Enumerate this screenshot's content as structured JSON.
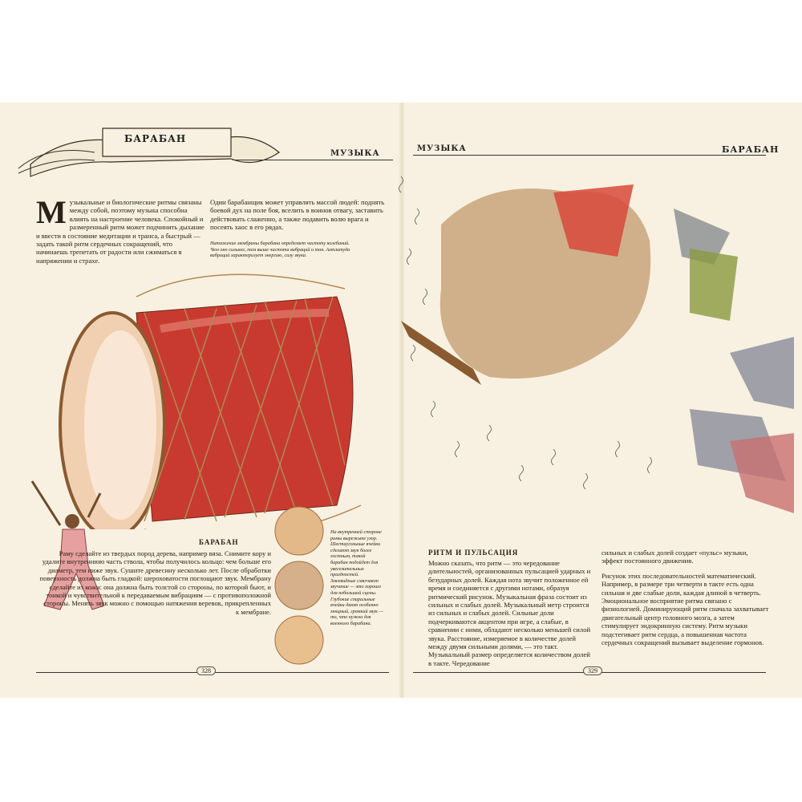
{
  "left_page": {
    "banner_title": "БАРАБАН",
    "running_head": "МУЗЫКА",
    "intro_drop_cap": "М",
    "intro": "узыкальные и биологические ритмы связаны между собой, поэтому музыка способна влиять на настроение человека. Спокойный и размеренный ритм может подчинить дыхание и ввести в состояние медитации и транса, а быстрый — задать такой ритм сердечных сокращений, что начинаешь трепетать от радости или сжиматься в напряжении и страхе.",
    "column2": "Один барабанщик может управлять массой людей: поднять боевой дух на поле боя, вселить в воинов отвагу, заставить действовать слаженно, а также подавить волю врага и посеять хаос в его рядах.",
    "caption_membrane": "Натяжение мембраны барабана определяет частоту колебаний. Чем оно сильнее, тем выше частота вибраций и тон. Амплитуда вибраций характеризует энергию, силу звука.",
    "drum_heading": "БАРАБАН",
    "drum_text": "Раму сделайте из твердых пород дерева, например вяза. Снимите кору и удалите внутреннюю часть ствола, чтобы получилось кольцо: чем больше его диаметр, тем ниже звук. Сушите древесину несколько лет. После обработки поверхность должна быть гладкой: шероховатости поглощают звук. Мембрану сделайте из кожи: она должна быть толстой со стороны, по которой бьют, и тонкой и чувствительной к передаваемым вибрациям — с противоположной стороны. Менять звук можно с помощью натяжения веревок, прикрепленных к мембране.",
    "caption_pattern": "На внутренней стороне рамы вырежьте узор. Шестиугольные ячейки сделают звук более гостным, такой барабан подойдет для увеселительных праздностей. Змеевидные смягчают звучание — это хорошо для небольшой сцены. Глубокие спиральные ячейки дают особенно мощный, громкий звук — то, что нужно для военного барабана.",
    "page_number": "328"
  },
  "right_page": {
    "running_head_left": "МУЗЫКА",
    "running_head_right": "БАРАБАН",
    "section_heading": "РИТМ И ПУЛЬСАЦИЯ",
    "col1": "Можно сказать, что ритм — это чередование длительностей, организованных пульсацией ударных и безударных долей. Каждая нота звучит положенное ей время и соединяется с другими нотами, образуя ритмический рисунок. Музыкальная фраза состоит из сильных и слабых долей. Музыкальный метр строится из сильных и слабых долей. Сильные доли подчеркиваются акцентом при игре, а слабые, в сравнении с ними, обладают несколько меньшей силой звука. Расстояние, измеряемое в количестве долей между двумя сильными долями, — это такт. Музыкальный размер определяется количеством долей в такте. Чередование",
    "col2_p1": "сильных и слабых долей создает «пульс» музыки, эффект постоянного движения.",
    "col2_p2": "Рисунок этих последовательностей математический. Например, в размере три четверти в такте есть одна сильная и две слабые доли, каждая длиной в четверть. Эмоциональное восприятие ритма связано с физиологией. Доминирующий ритм сначала захватывает двигательный центр головного мозга, а затем стимулирует эндокринную систему. Ритм музыки подстегивает ритм сердца, а повышенная частота сердечных сокращений вызывает выделение гормонов.",
    "page_number": "329"
  },
  "colors": {
    "paper": "#f8f1e1",
    "drum_red": "#c83a30",
    "ink": "#2a2118"
  }
}
